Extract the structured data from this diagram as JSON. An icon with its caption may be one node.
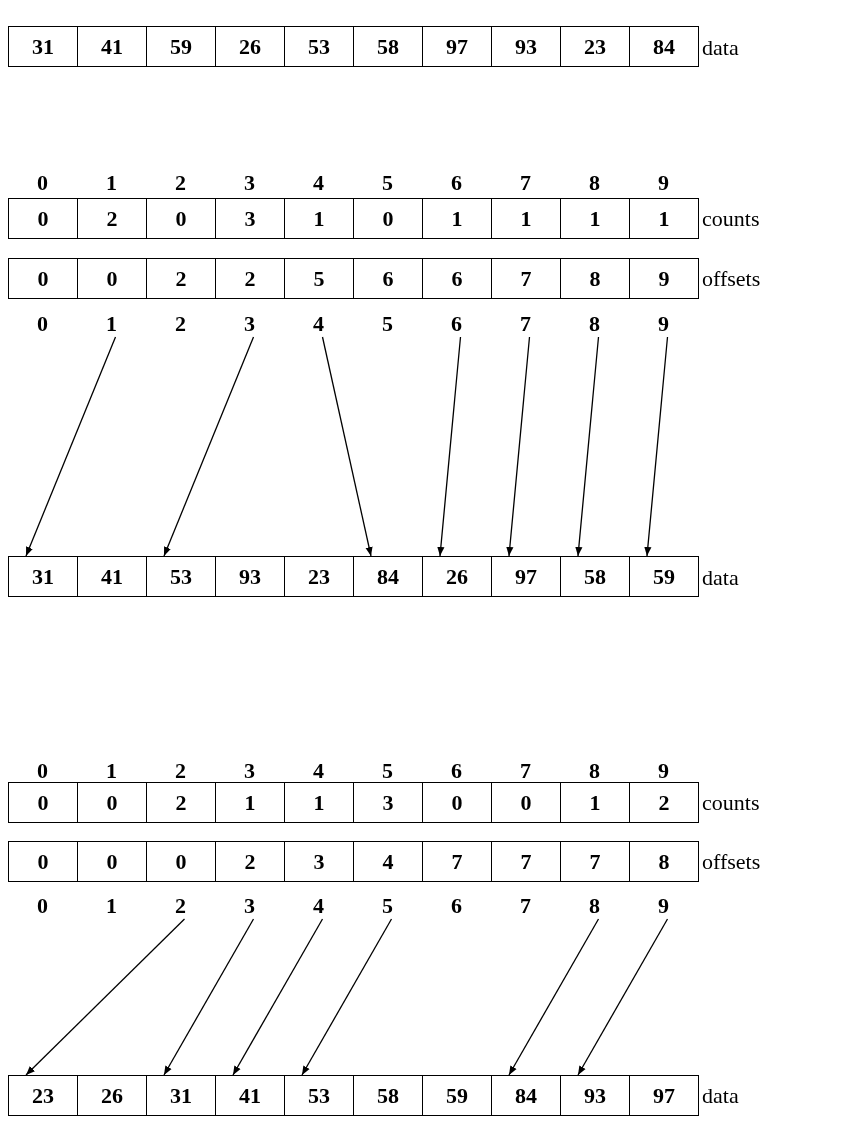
{
  "diagram": {
    "nodes": [
      {
        "text": [
          "31"
        ]
      },
      {
        "text": [
          "41"
        ]
      },
      {
        "text": [
          "59"
        ]
      },
      {
        "text": [
          "26"
        ]
      },
      {
        "text": [
          "53"
        ]
      },
      {
        "text": [
          "58"
        ]
      },
      {
        "text": [
          "97"
        ]
      },
      {
        "text": [
          "93"
        ]
      },
      {
        "text": [
          "23"
        ]
      },
      {
        "text": [
          "84"
        ]
      },
      {
        "text": [
          "0"
        ]
      },
      {
        "text": [
          "2"
        ]
      },
      {
        "text": [
          "0"
        ]
      },
      {
        "text": [
          "3"
        ]
      },
      {
        "text": [
          "1"
        ]
      },
      {
        "text": [
          "0"
        ]
      },
      {
        "text": [
          "1"
        ]
      },
      {
        "text": [
          "1"
        ]
      },
      {
        "text": [
          "1"
        ]
      },
      {
        "text": [
          "1"
        ]
      },
      {
        "text": [
          "0"
        ]
      },
      {
        "text": [
          "0"
        ]
      },
      {
        "text": [
          "2"
        ]
      },
      {
        "text": [
          "2"
        ]
      },
      {
        "text": [
          "5"
        ]
      },
      {
        "text": [
          "6"
        ]
      },
      {
        "text": [
          "6"
        ]
      },
      {
        "text": [
          "7"
        ]
      },
      {
        "text": [
          "8"
        ]
      },
      {
        "text": [
          "9"
        ]
      },
      {
        "text": [
          "1"
        ]
      },
      {
        "text": [
          "3"
        ]
      },
      {
        "text": [
          "4"
        ]
      },
      {
        "text": [
          "6"
        ]
      },
      {
        "text": [
          "7"
        ]
      },
      {
        "text": [
          "8"
        ]
      },
      {
        "text": [
          "9"
        ]
      },
      {
        "text": [
          "31"
        ]
      },
      {
        "text": [
          "41"
        ]
      },
      {
        "text": [
          "53"
        ]
      },
      {
        "text": [
          "93"
        ]
      },
      {
        "text": [
          "23"
        ]
      },
      {
        "text": [
          "84"
        ]
      },
      {
        "text": [
          "26"
        ]
      },
      {
        "text": [
          "97"
        ]
      },
      {
        "text": [
          "58"
        ]
      },
      {
        "text": [
          "59"
        ]
      },
      {
        "text": [
          "0"
        ]
      },
      {
        "text": [
          "0"
        ]
      },
      {
        "text": [
          "2"
        ]
      },
      {
        "text": [
          "1"
        ]
      },
      {
        "text": [
          "1"
        ]
      },
      {
        "text": [
          "3"
        ]
      },
      {
        "text": [
          "0"
        ]
      },
      {
        "text": [
          "0"
        ]
      },
      {
        "text": [
          "1"
        ]
      },
      {
        "text": [
          "2"
        ]
      },
      {
        "text": [
          "0"
        ]
      },
      {
        "text": [
          "0"
        ]
      },
      {
        "text": [
          "0"
        ]
      },
      {
        "text": [
          "2"
        ]
      },
      {
        "text": [
          "3"
        ]
      },
      {
        "text": [
          "4"
        ]
      },
      {
        "text": [
          "7"
        ]
      },
      {
        "text": [
          "7"
        ]
      },
      {
        "text": [
          "7"
        ]
      },
      {
        "text": [
          "8"
        ]
      },
      {
        "text": [
          "2"
        ]
      },
      {
        "text": [
          "3"
        ]
      },
      {
        "text": [
          "4"
        ]
      },
      {
        "text": [
          "5"
        ]
      },
      {
        "text": [
          "8"
        ]
      },
      {
        "text": [
          "9"
        ]
      },
      {
        "text": [
          "23"
        ]
      },
      {
        "text": [
          "26"
        ]
      },
      {
        "text": [
          "31"
        ]
      },
      {
        "text": [
          "41"
        ]
      },
      {
        "text": [
          "53"
        ]
      },
      {
        "text": [
          "58"
        ]
      },
      {
        "text": [
          "59"
        ]
      },
      {
        "text": [
          "84"
        ]
      },
      {
        "text": [
          "93"
        ]
      },
      {
        "text": [
          "97"
        ]
      }
    ],
    "edges": [
      {
        "from": 30,
        "to": 37,
        "arrow": "to"
      },
      {
        "from": 31,
        "to": 39,
        "arrow": "to"
      },
      {
        "from": 32,
        "to": 42,
        "arrow": "to"
      },
      {
        "from": 33,
        "to": 43,
        "arrow": "to"
      },
      {
        "from": 34,
        "to": 44,
        "arrow": "to"
      },
      {
        "from": 35,
        "to": 45,
        "arrow": "to"
      },
      {
        "from": 36,
        "to": 46,
        "arrow": "to"
      },
      {
        "from": 67,
        "to": 73,
        "arrow": "to"
      },
      {
        "from": 68,
        "to": 75,
        "arrow": "to"
      },
      {
        "from": 69,
        "to": 76,
        "arrow": "to"
      },
      {
        "from": 70,
        "to": 77,
        "arrow": "to"
      },
      {
        "from": 71,
        "to": 80,
        "arrow": "to"
      },
      {
        "from": 72,
        "to": 81,
        "arrow": "to"
      }
    ],
    "labels": [
      "data",
      "0",
      "1",
      "2",
      "3",
      "4",
      "5",
      "6",
      "7",
      "8",
      "9",
      "counts",
      "offsets",
      "0",
      "2",
      "5",
      "data",
      "0",
      "1",
      "2",
      "3",
      "4",
      "5",
      "6",
      "7",
      "8",
      "9",
      "counts",
      "offsets",
      "0",
      "1",
      "6",
      "7",
      "data"
    ]
  }
}
